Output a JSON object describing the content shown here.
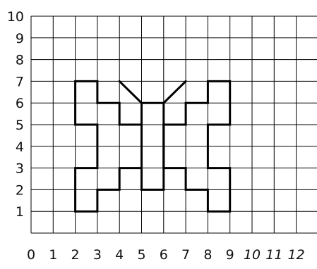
{
  "grid": {
    "x_range": [
      0,
      13
    ],
    "y_range": [
      0,
      10
    ],
    "line_color": "#000000",
    "figure_color": "#000000"
  },
  "x_labels": [
    {
      "value": 0,
      "text": "0"
    },
    {
      "value": 1,
      "text": "1"
    },
    {
      "value": 2,
      "text": "2"
    },
    {
      "value": 3,
      "text": "3"
    },
    {
      "value": 4,
      "text": "4"
    },
    {
      "value": 5,
      "text": "5"
    },
    {
      "value": 6,
      "text": "6"
    },
    {
      "value": 7,
      "text": "7"
    },
    {
      "value": 8,
      "text": "8"
    },
    {
      "value": 9,
      "text": "9"
    },
    {
      "value": 10,
      "text": "10",
      "italic": true
    },
    {
      "value": 11,
      "text": "11",
      "italic": true
    },
    {
      "value": 12,
      "text": "12",
      "italic": true
    }
  ],
  "y_labels": [
    {
      "value": 1,
      "text": "1"
    },
    {
      "value": 2,
      "text": "2"
    },
    {
      "value": 3,
      "text": "3"
    },
    {
      "value": 4,
      "text": "4"
    },
    {
      "value": 5,
      "text": "5"
    },
    {
      "value": 6,
      "text": "6"
    },
    {
      "value": 7,
      "text": "7"
    },
    {
      "value": 8,
      "text": "8"
    },
    {
      "value": 9,
      "text": "9"
    },
    {
      "value": 10,
      "text": "10"
    }
  ],
  "figure": {
    "name": "butterfly",
    "left_wing": [
      [
        2,
        7
      ],
      [
        3,
        7
      ],
      [
        3,
        6
      ],
      [
        4,
        6
      ],
      [
        4,
        5
      ],
      [
        5,
        5
      ],
      [
        5,
        3
      ],
      [
        4,
        3
      ],
      [
        4,
        2
      ],
      [
        3,
        2
      ],
      [
        3,
        1
      ],
      [
        2,
        1
      ],
      [
        2,
        3
      ],
      [
        3,
        3
      ],
      [
        3,
        5
      ],
      [
        2,
        5
      ],
      [
        2,
        7
      ]
    ],
    "body": [
      [
        5,
        6
      ],
      [
        6,
        6
      ],
      [
        6,
        2
      ],
      [
        5,
        2
      ],
      [
        5,
        6
      ]
    ],
    "right_wing": [
      [
        9,
        7
      ],
      [
        8,
        7
      ],
      [
        8,
        6
      ],
      [
        7,
        6
      ],
      [
        7,
        5
      ],
      [
        6,
        5
      ],
      [
        6,
        3
      ],
      [
        7,
        3
      ],
      [
        7,
        2
      ],
      [
        8,
        2
      ],
      [
        8,
        1
      ],
      [
        9,
        1
      ],
      [
        9,
        3
      ],
      [
        8,
        3
      ],
      [
        8,
        5
      ],
      [
        9,
        5
      ],
      [
        9,
        7
      ]
    ],
    "antenna_left": [
      [
        4,
        7
      ],
      [
        5,
        6
      ]
    ],
    "antenna_right": [
      [
        7,
        7
      ],
      [
        6,
        6
      ]
    ]
  }
}
